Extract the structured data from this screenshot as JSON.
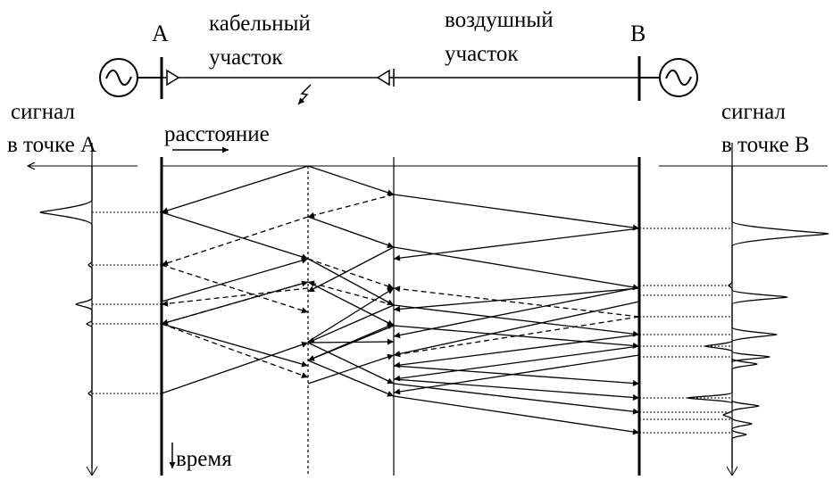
{
  "labels": {
    "bus_a": "A",
    "bus_b": "B",
    "cable_line1": "кабельный",
    "cable_line2": "участок",
    "air_line1": "воздушный",
    "air_line2": "участок",
    "signal_a_line1": "сигнал",
    "signal_a_line2": "в точке А",
    "signal_b_line1": "сигнал",
    "signal_b_line2": "в точке B",
    "distance": "расстояние",
    "time": "время"
  }
}
